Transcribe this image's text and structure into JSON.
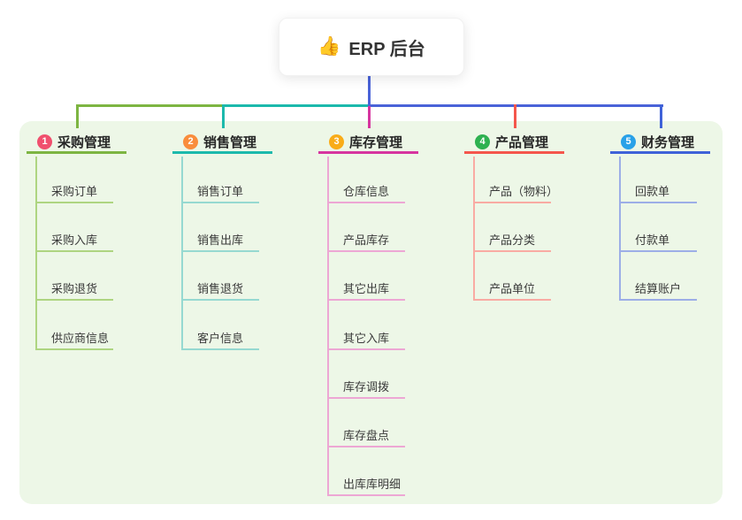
{
  "root": {
    "emoji": "👍",
    "label": "ERP 后台"
  },
  "canvas": {
    "background": "#ffffff",
    "panel_background": "#edf7e7",
    "root_connector_color": "#4a63d8"
  },
  "branches": [
    {
      "badge": "1",
      "label": "采购管理",
      "line_color": "#7db542",
      "item_line_color": "#aed581",
      "badge_color": "#f0506e",
      "items": [
        "采购订单",
        "采购入库",
        "采购退货",
        "供应商信息"
      ]
    },
    {
      "badge": "2",
      "label": "销售管理",
      "line_color": "#1cb9ac",
      "item_line_color": "#96d9d1",
      "badge_color": "#f98d3c",
      "items": [
        "销售订单",
        "销售出库",
        "销售退货",
        "客户信息"
      ]
    },
    {
      "badge": "3",
      "label": "库存管理",
      "line_color": "#d6359f",
      "item_line_color": "#eda7d4",
      "badge_color": "#f9ac18",
      "items": [
        "仓库信息",
        "产品库存",
        "其它出库",
        "其它入库",
        "库存调拨",
        "库存盘点",
        "出库库明细"
      ]
    },
    {
      "badge": "4",
      "label": "产品管理",
      "line_color": "#f4564c",
      "item_line_color": "#f9aba3",
      "badge_color": "#2eb150",
      "items": [
        "产品（物料）",
        "产品分类",
        "产品单位"
      ]
    },
    {
      "badge": "5",
      "label": "财务管理",
      "line_color": "#3f62d8",
      "item_line_color": "#9daee7",
      "badge_color": "#29a1e8",
      "items": [
        "回款单",
        "付款单",
        "结算账户"
      ]
    }
  ]
}
